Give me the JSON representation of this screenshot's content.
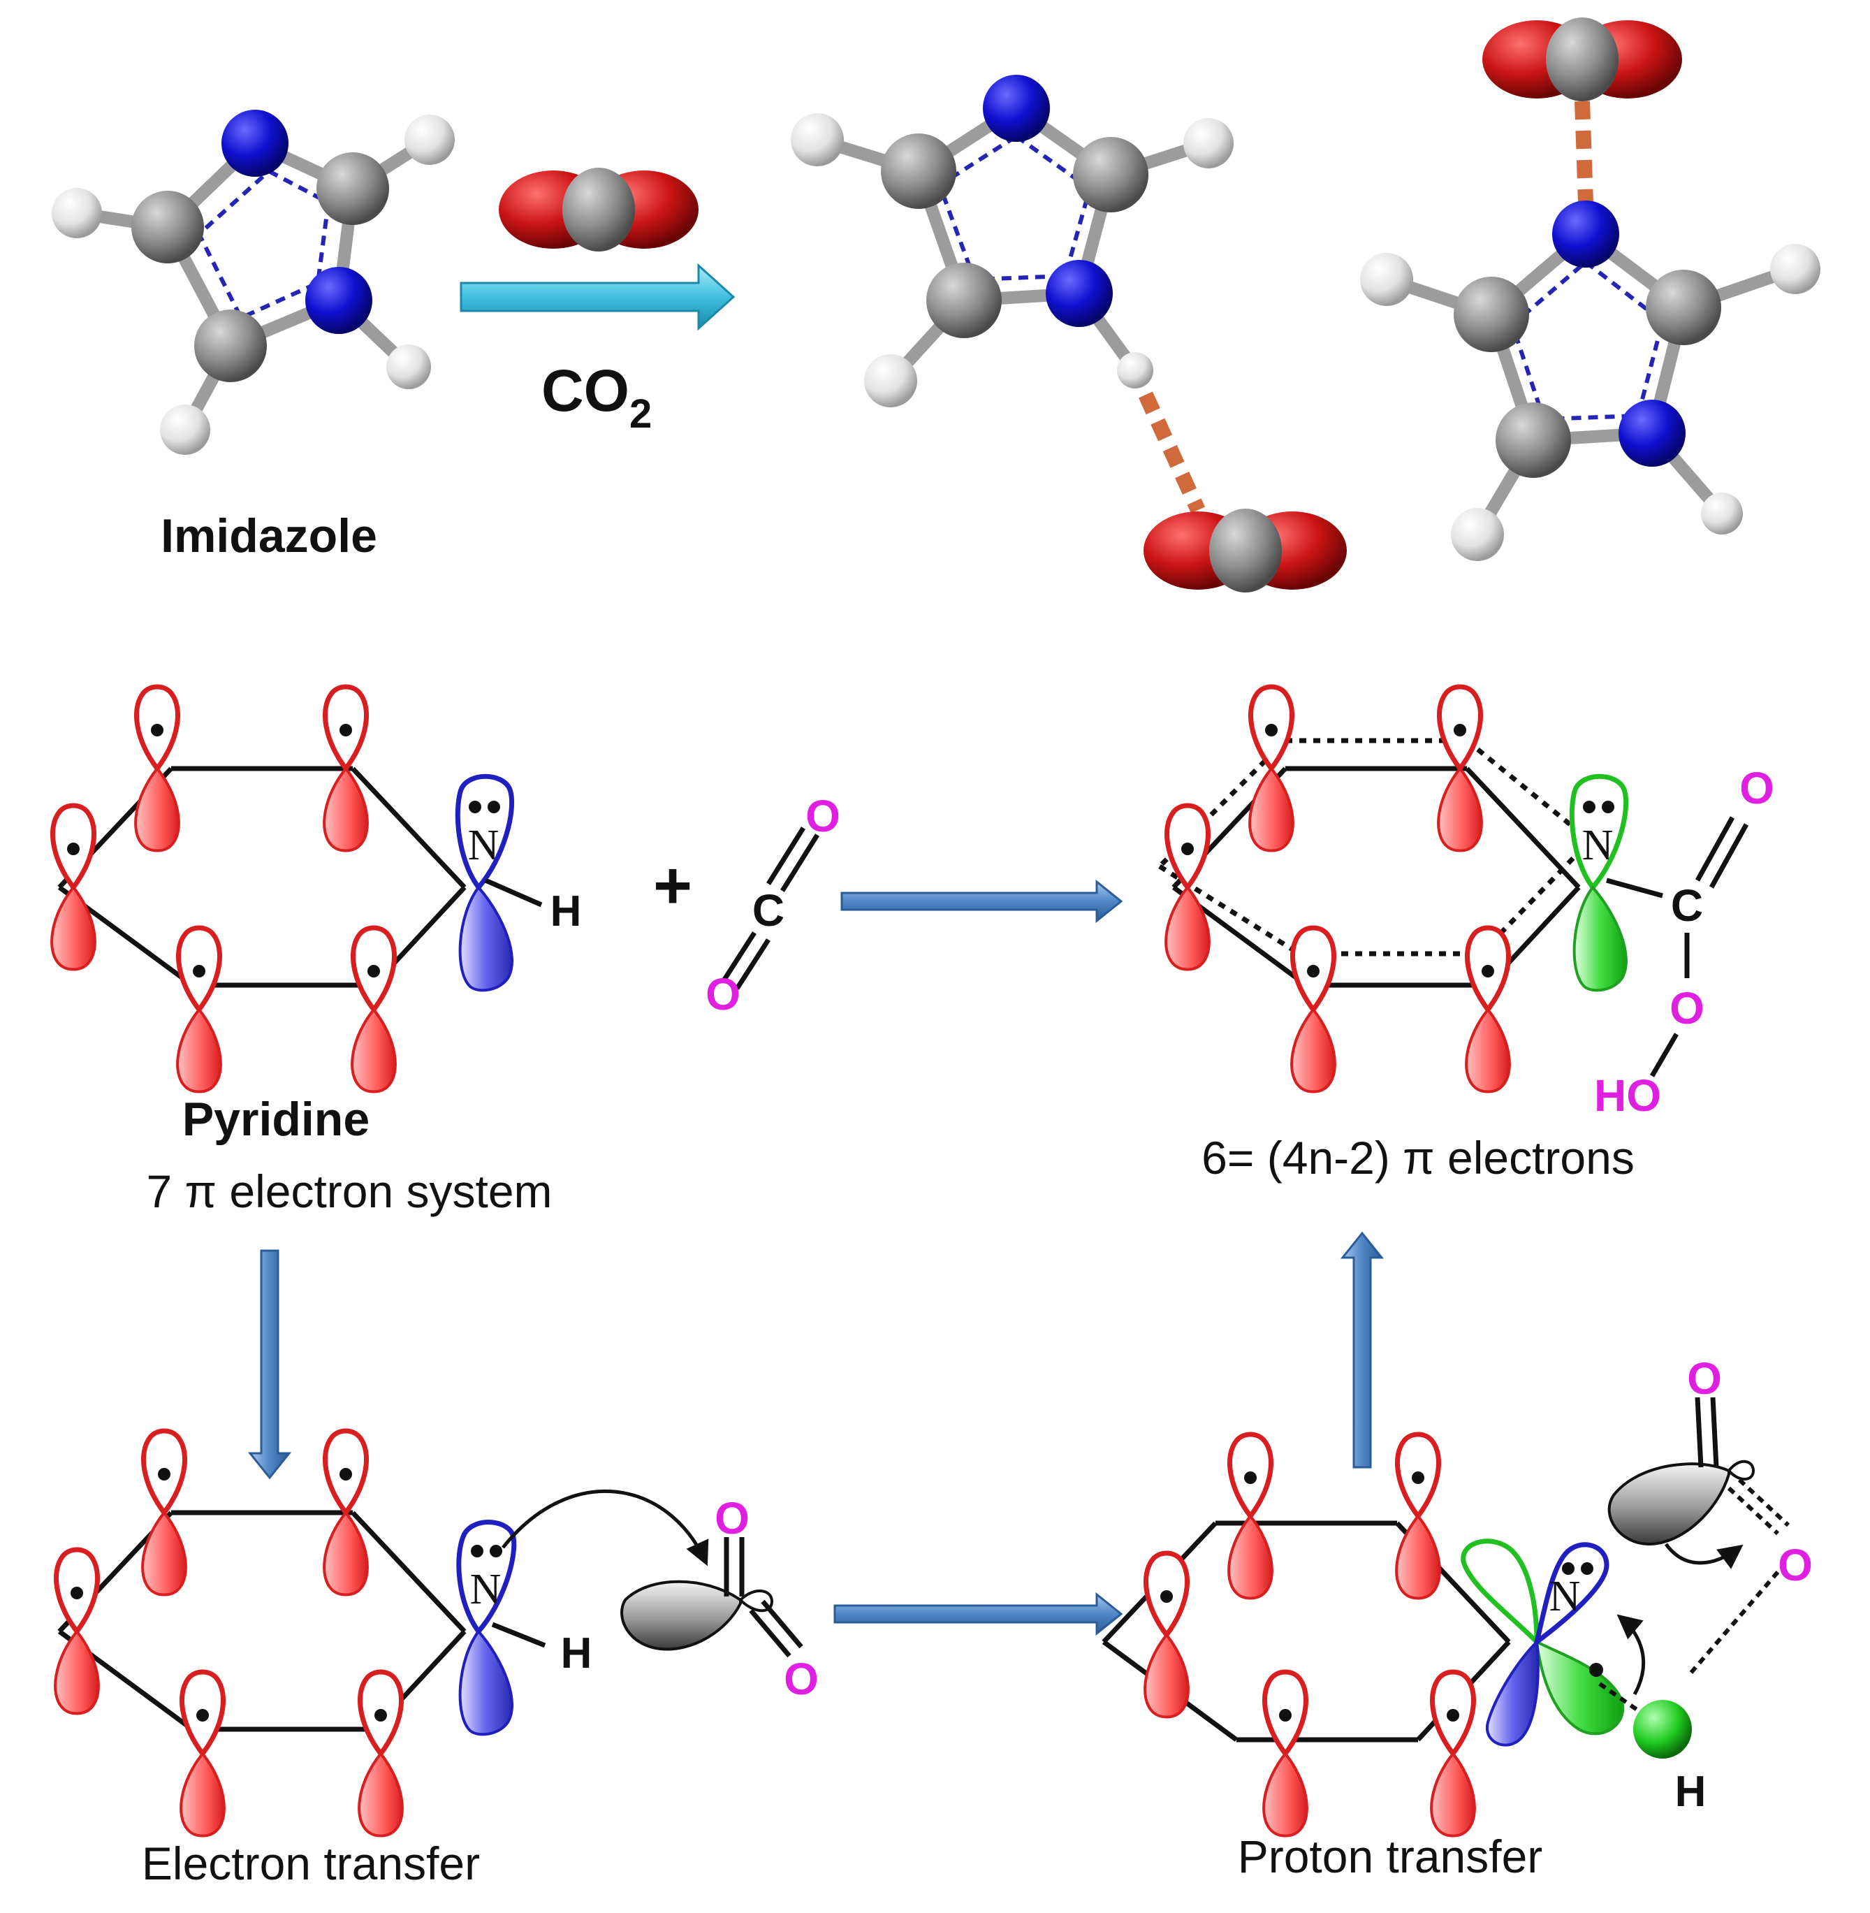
{
  "labels": {
    "imidazole": "Imidazole",
    "co2_main": "CO",
    "co2_sub": "2",
    "pyridine": "Pyridine",
    "pyridine_desc": "7 π electron system",
    "product_desc": "6= (4n-2) π electrons",
    "electron_transfer": "Electron transfer",
    "proton_transfer": "Proton transfer",
    "plus": "+"
  },
  "atoms": {
    "N": "N",
    "H": "H",
    "C": "C",
    "O": "O",
    "HO": "HO"
  },
  "colors": {
    "carbon": "#8a8a8a",
    "nitrogen": "#1010d0",
    "hydrogen": "#e8e8e8",
    "oxygen": "#cc1515",
    "p_orbital": "#e02020",
    "n_orbital_blue": "#2020c0",
    "n_orbital_green": "#20c020",
    "label_magenta": "#e020e0",
    "arrow_cyan": "#40c0e0",
    "arrow_blue": "#4f86c6",
    "hbond_orange": "#d06a3a"
  }
}
